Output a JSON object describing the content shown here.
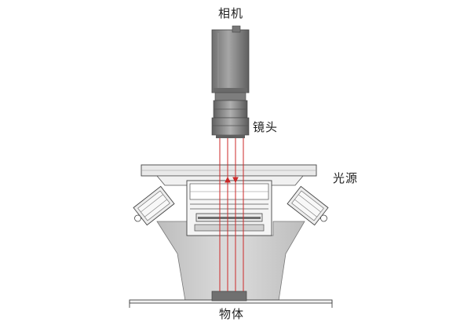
{
  "labels": {
    "camera": "相机",
    "lens": "镜头",
    "light_source": "光源",
    "object": "物体"
  },
  "colors": {
    "camera_body": "#8c8c8c",
    "lens_body": "#8a8a8a",
    "housing": "#cfcfcf",
    "optical_ray": "#cc2a2a",
    "outline": "#333333"
  }
}
